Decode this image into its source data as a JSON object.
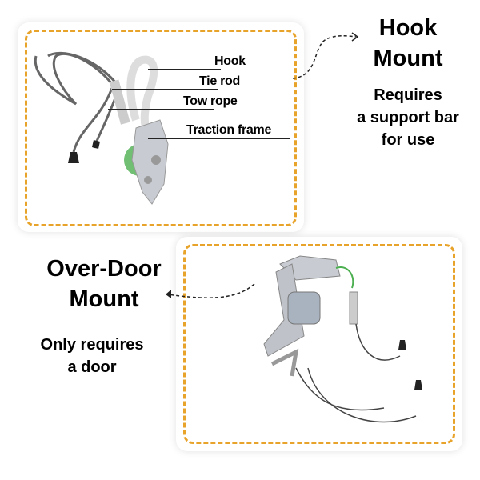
{
  "hook_mount": {
    "title_line1": "Hook",
    "title_line2": "Mount",
    "desc_line1": "Requires",
    "desc_line2": "a support bar",
    "desc_line3": "for use",
    "labels": [
      "Hook",
      "Tie rod",
      "Tow rope",
      "Traction frame"
    ]
  },
  "over_door_mount": {
    "title_line1": "Over-Door",
    "title_line2": "Mount",
    "desc_line1": "Only requires",
    "desc_line2": "a door"
  },
  "colors": {
    "accent": "#e8a32a"
  }
}
